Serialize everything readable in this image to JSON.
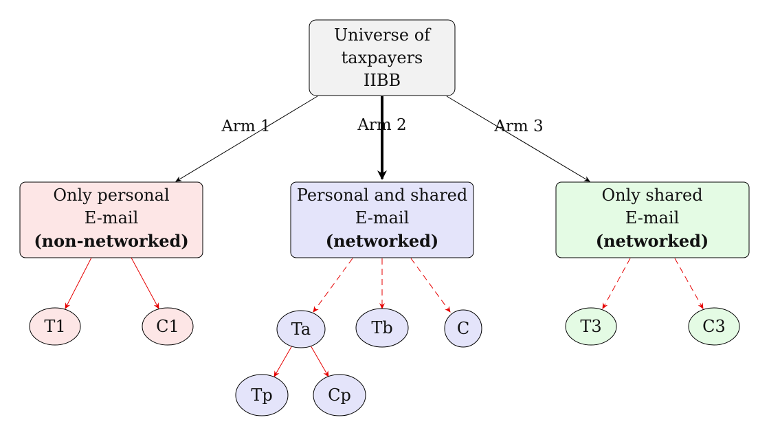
{
  "colors": {
    "root_fill": "#f2f2f2",
    "arm1_fill": "#fde6e6",
    "arm2_fill": "#e4e4fa",
    "arm3_fill": "#e4fbe4",
    "stroke": "#000000",
    "branch_red": "#e60000"
  },
  "root": {
    "line1": "Universe of",
    "line2": "taxpayers",
    "line3": "IIBB"
  },
  "arms": {
    "arm1_label": "Arm 1",
    "arm2_label": "Arm 2",
    "arm3_label": "Arm 3"
  },
  "groups": {
    "g1": {
      "line1": "Only personal",
      "line2": "E-mail",
      "line3": "(non-networked)"
    },
    "g2": {
      "line1": "Personal and shared",
      "line2": "E-mail",
      "line3": "(networked)"
    },
    "g3": {
      "line1": "Only shared",
      "line2": "E-mail",
      "line3": "(networked)"
    }
  },
  "leaves": {
    "t1": "T1",
    "c1": "C1",
    "ta": "Ta",
    "tb": "Tb",
    "c": "C",
    "tp": "Tp",
    "cp": "Cp",
    "t3": "T3",
    "c3": "C3"
  }
}
